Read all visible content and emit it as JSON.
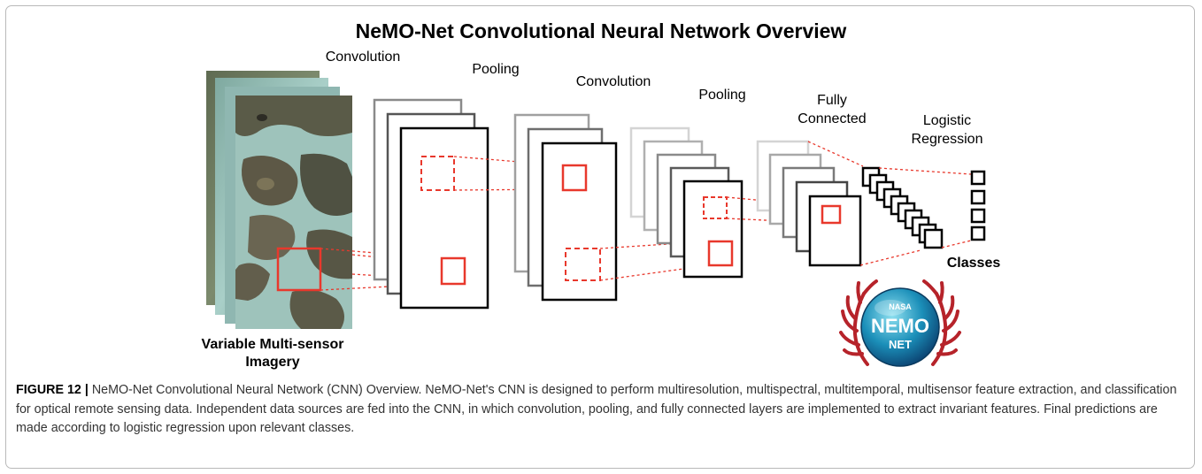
{
  "title": "NeMO-Net Convolutional Neural Network Overview",
  "labels": {
    "conv1": "Convolution",
    "pool1": "Pooling",
    "conv2": "Convolution",
    "pool2": "Pooling",
    "fc_line1": "Fully",
    "fc_line2": "Connected",
    "logreg_line1": "Logistic",
    "logreg_line2": "Regression",
    "classes": "Classes",
    "input_line1": "Variable Multi-sensor",
    "input_line2": "Imagery"
  },
  "logo": {
    "nasa": "NASA",
    "nemo": "NEMO",
    "net": "NET"
  },
  "caption": {
    "figure_label": "FIGURE 12 |",
    "text": "NeMO-Net Convolutional Neural Network (CNN) Overview. NeMO-Net's CNN is designed to perform multiresolution, multispectral, multitemporal, multisensor feature extraction, and classification for optical remote sensing data. Independent data sources are fed into the CNN, in which convolution, pooling, and fully connected layers are implemented to extract invariant features. Final predictions are made according to logistic regression upon relevant classes."
  },
  "colors": {
    "accent_red": "#e8382c",
    "frame_border": "#b9b9b9"
  }
}
